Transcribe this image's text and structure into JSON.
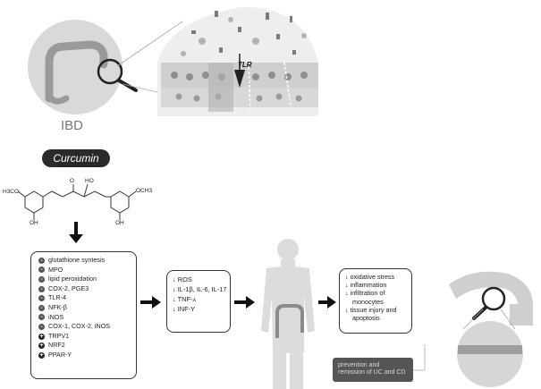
{
  "ibd": {
    "label": "IBD",
    "tlr_label": "TLR"
  },
  "curcumin": {
    "label": "Curcumin"
  },
  "structure": {
    "left_group": "H3CO",
    "left_oh": "OH",
    "top_o": "O",
    "top_ho": "HO",
    "right_group": "OCH3",
    "right_oh": "OH"
  },
  "mechanisms": [
    {
      "sym": "-",
      "text": "glutathione syntesis"
    },
    {
      "sym": "-",
      "text": "MPO"
    },
    {
      "sym": "-",
      "text": "lipid peroxidation"
    },
    {
      "sym": "-",
      "text": "COX-2, PGE3"
    },
    {
      "sym": "-",
      "text": "TLR-4"
    },
    {
      "sym": "-",
      "text": "NFK-β"
    },
    {
      "sym": "-",
      "text": "iNOS"
    },
    {
      "sym": "-",
      "text": "COX-1, COX-2, iNOS"
    },
    {
      "sym": "+",
      "text": "TRPV1"
    },
    {
      "sym": "+",
      "text": "NRF2"
    },
    {
      "sym": "+",
      "text": "PPAR-Y"
    }
  ],
  "mediators": [
    "↓ ROS",
    "↓ IL-1β, IL-6, IL-17",
    "↓ TNF-ⲁ",
    "↓ INF-Y"
  ],
  "outcomes": [
    "↓ oxidative stress",
    "↓ inflammation",
    "↓ infiltration of",
    "monocytes",
    "↓ tissue injury and",
    "apoptosis"
  ],
  "prevention": "prevention and remission of UC and CD"
}
